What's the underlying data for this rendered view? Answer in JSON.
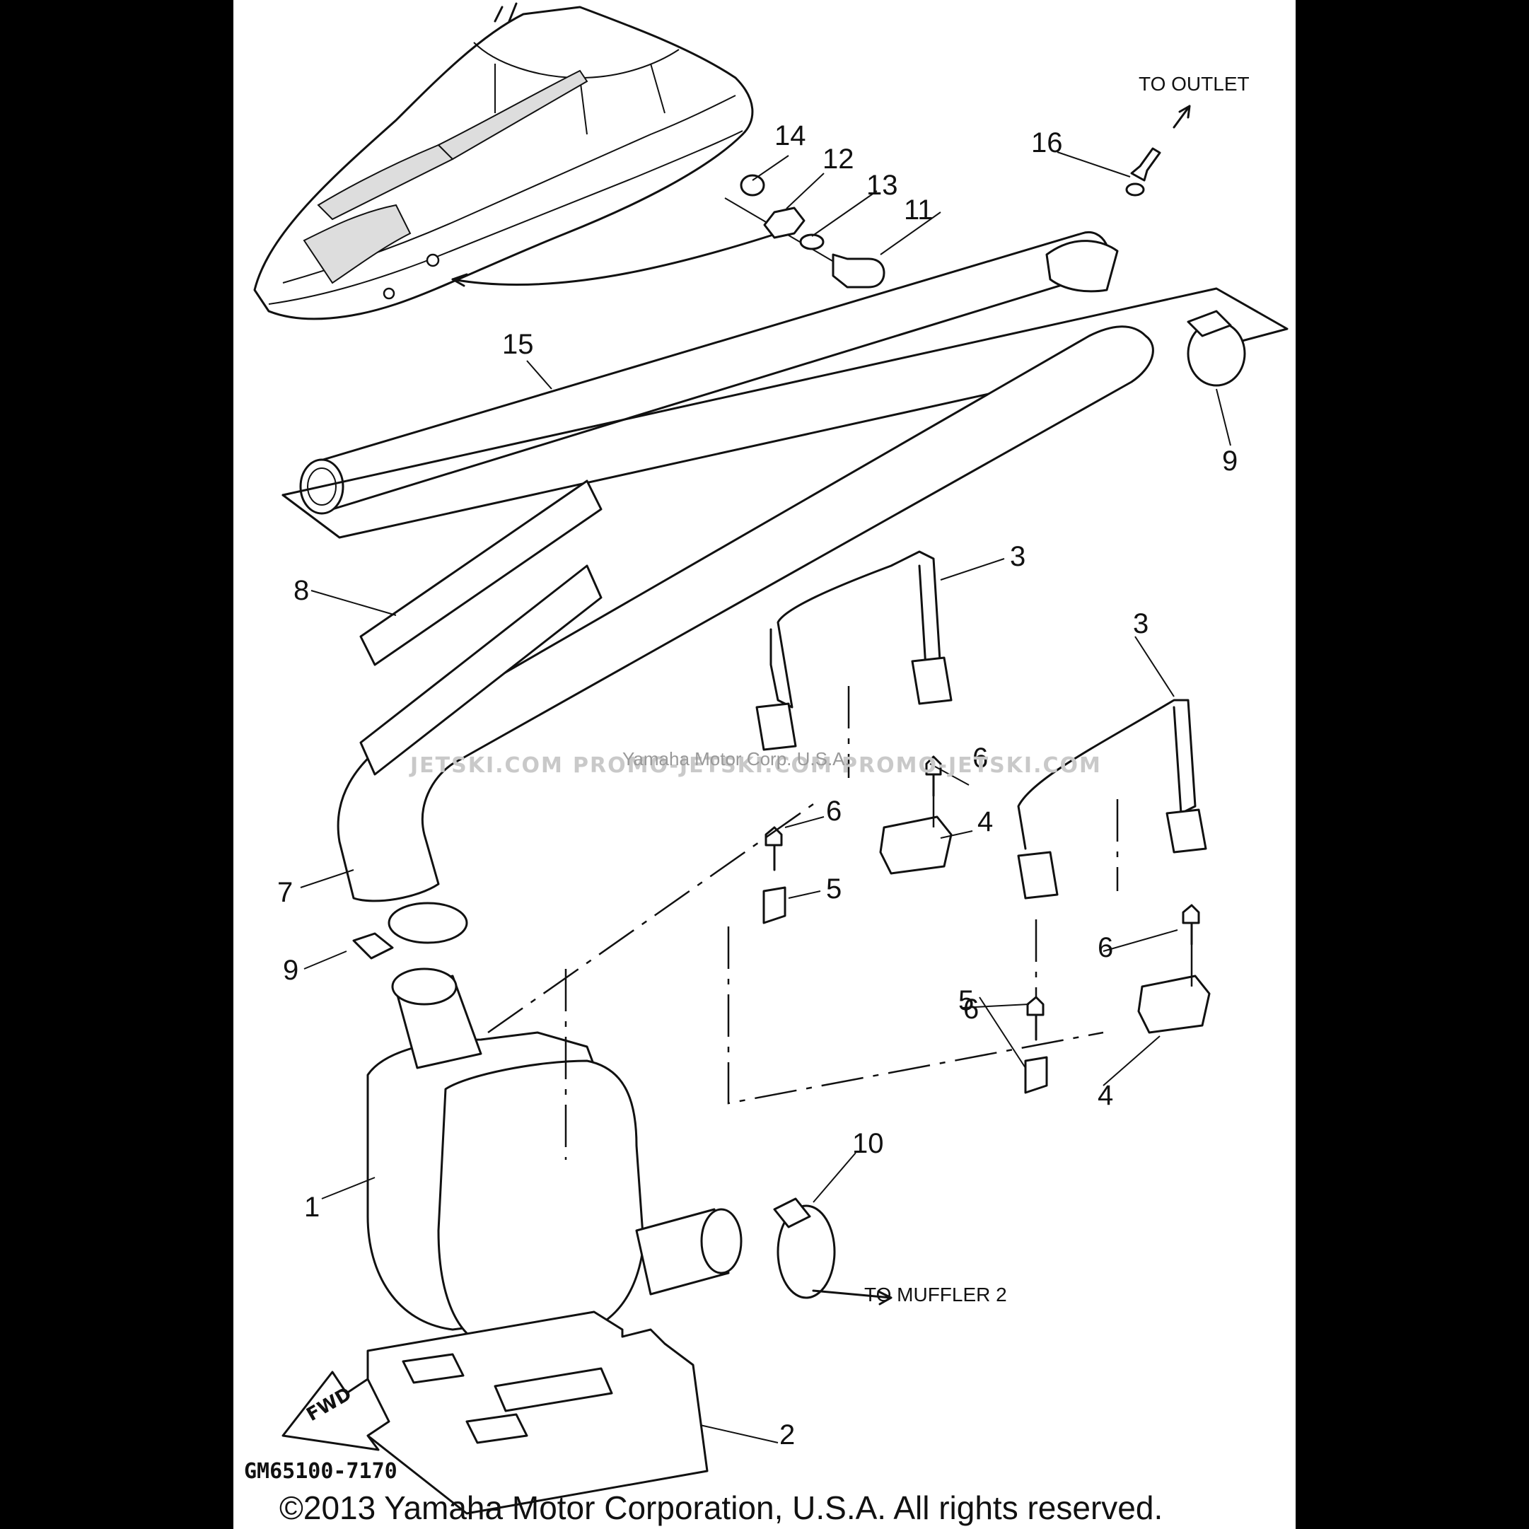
{
  "diagram": {
    "code": "GM65100-7170",
    "copyright": "©2013 Yamaha Motor Corporation, U.S.A. All rights reserved.",
    "watermarks": {
      "left": "JETSKI.COM",
      "center": "PROMO-JETSKI.COM",
      "right": "PROMO-JETSKI.COM",
      "overlay": "Yamaha Motor Corp. U.S.A."
    },
    "notes": {
      "to_outlet": "TO OUTLET",
      "to_muffler": "TO MUFFLER 2",
      "fwd": "FWD"
    },
    "callouts": {
      "c1": "1",
      "c2": "2",
      "c3a": "3",
      "c3b": "3",
      "c4a": "4",
      "c4b": "4",
      "c5a": "5",
      "c5b": "5",
      "c6a": "6",
      "c6b": "6",
      "c6c": "6",
      "c6d": "6",
      "c7": "7",
      "c8": "8",
      "c9a": "9",
      "c9b": "9",
      "c10": "10",
      "c11": "11",
      "c12": "12",
      "c13": "13",
      "c14": "14",
      "c15": "15",
      "c16": "16"
    }
  }
}
